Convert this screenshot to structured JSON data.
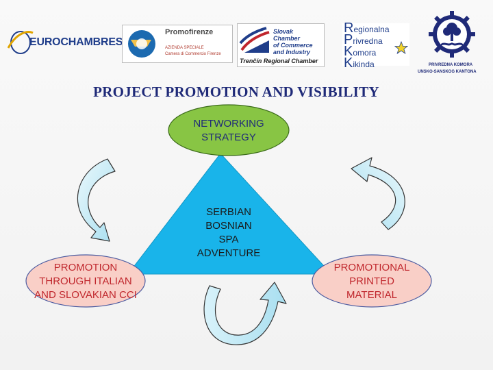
{
  "logos": {
    "eurochambres": "EUROCHAMBRES",
    "promofirenze": {
      "name": "Promofirenze",
      "line1": "AZIENDA SPECIALE",
      "line2": "Camera di Commercio Firenze"
    },
    "trencin": {
      "line1": "Slovak",
      "line2": "Chamber",
      "line3": "of Commerce",
      "line4": "and Industry",
      "caption": "Trenčín Regional Chamber"
    },
    "rpk": {
      "r_letter": "R",
      "r_rest": "egionalna",
      "p_letter": "P",
      "p_rest": "rivredna",
      "k_letter": "K",
      "k_rest": "omora",
      "k2_letter": "K",
      "k2_rest": "ikinda"
    },
    "usk": {
      "line1": "PRIVREDNA KOMORA",
      "line2": "UNSKO-SANSKOG KANTONA"
    }
  },
  "title": "PROJECT PROMOTION AND VISIBILITY",
  "diagram": {
    "top_node": {
      "line1": "NETWORKING",
      "line2": "STRATEGY"
    },
    "center": {
      "line1": "SERBIAN",
      "line2": "BOSNIAN",
      "line3": "SPA",
      "line4": "ADVENTURE"
    },
    "left_node": {
      "line1": "PROMOTION",
      "line2": "THROUGH ITALIAN",
      "line3": "AND SLOVAKIAN CCI"
    },
    "right_node": {
      "line1": "PROMOTIONAL",
      "line2": "PRINTED",
      "line3": "MATERIAL"
    }
  },
  "colors": {
    "title": "#1f2a78",
    "triangle": "#19b4ea",
    "top_ellipse": "#88c544",
    "side_ellipse": "#f9cfc7",
    "arrow": "#c9ecf6"
  }
}
